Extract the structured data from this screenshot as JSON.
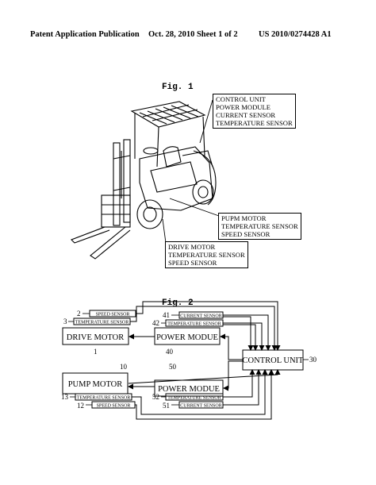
{
  "header": {
    "left": "Patent Application Publication",
    "middle": "Oct. 28, 2010   Sheet 1 of 2",
    "right": "US 2010/0274428 A1"
  },
  "fig1": {
    "title": "Fig. 1",
    "callout_top": [
      "CONTROL UNIT",
      "POWER MODULE",
      "CURRENT SENSOR",
      "TEMPERATURE SENSOR"
    ],
    "callout_pump": [
      "PUPM MOTOR",
      "TEMPERATURE SENSOR",
      "SPEED SENSOR"
    ],
    "callout_drive": [
      "DRIVE MOTOR",
      "TEMPERATURE SENSOR",
      "SPEED SENSOR"
    ]
  },
  "fig2": {
    "title": "Fig. 2",
    "blocks": {
      "drive_motor": "DRIVE MOTOR",
      "power_module_top": "POWER MODUE",
      "control_unit": "CONTROL UNIT",
      "power_module_bottom": "POWER MODUE",
      "pump_motor": "PUMP MOTOR"
    },
    "sensors": {
      "speed_top": "SPEED SENSOR",
      "temp_top_left": "TEMPERATURE SENSOR",
      "current_top": "CURRENT SENSOR",
      "temp_top_right": "TEMPERATURE SENSOR",
      "temp_bottom_right": "TEMPERATURE SENSOR",
      "current_bottom": "CURRENT SENSOR",
      "temp_bottom_left": "TEMPERATURE SENSOR",
      "speed_bottom": "SPEED SENSOR"
    },
    "refs": {
      "r2": "2",
      "r3": "3",
      "r41": "41",
      "r42": "42",
      "r1": "1",
      "r40": "40",
      "r30": "30",
      "r10": "10",
      "r50": "50",
      "r13": "13",
      "r12": "12",
      "r52": "52",
      "r51": "51"
    }
  }
}
